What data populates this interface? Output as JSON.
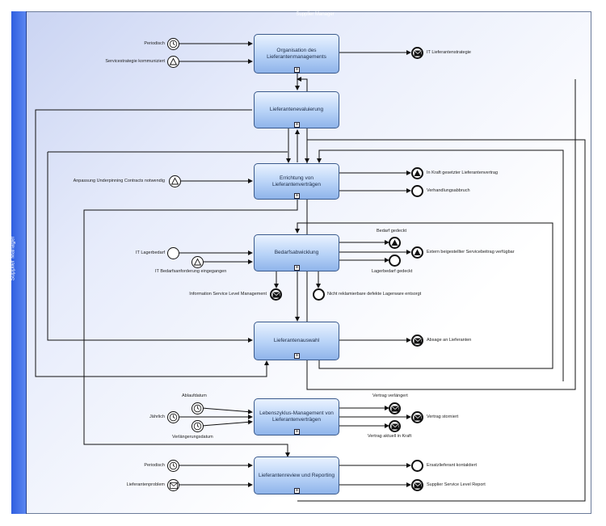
{
  "pool": {
    "title": "Supplier Manager",
    "lane_label": "Supplier Manager"
  },
  "tasks": [
    {
      "id": "t1",
      "label": "Organisation des Lieferantenmanagements"
    },
    {
      "id": "t2",
      "label": "Lieferantenevaluierung"
    },
    {
      "id": "t3",
      "label": "Errichtung von Lieferantenverträgen"
    },
    {
      "id": "t4",
      "label": "Bedarfsabwicklung"
    },
    {
      "id": "t5",
      "label": "Lieferantenauswahl"
    },
    {
      "id": "t6",
      "label": "Lebenszyklus-Management von Lieferantenverträgen"
    },
    {
      "id": "t7",
      "label": "Lieferantenreview und Reporting"
    }
  ],
  "events": [
    {
      "id": "e1",
      "label": "Periodisch",
      "icon": "timer-icon"
    },
    {
      "id": "e2",
      "label": "Servicestrategie kommuniziert",
      "icon": "signal-icon"
    },
    {
      "id": "e3",
      "label": "IT Lieferantenstrategie",
      "icon": "message-end-icon"
    },
    {
      "id": "e4",
      "label": "Anpassung Underpinning Contracts notwendig",
      "icon": "signal-icon"
    },
    {
      "id": "e5",
      "label": "In Kraft gesetzter Lieferantenvertrag",
      "icon": "signal-end-icon"
    },
    {
      "id": "e6",
      "label": "Verhandlungsabbruch",
      "icon": "end-icon"
    },
    {
      "id": "e7",
      "label": "IT Lagerbedarf",
      "icon": "start-icon"
    },
    {
      "id": "e8",
      "label": "IT Bedarfsanforderung eingegangen",
      "icon": "signal-icon"
    },
    {
      "id": "e9",
      "label": "Bedarf gedeckt",
      "icon": "signal-end-icon"
    },
    {
      "id": "e10",
      "label": "Extern beigestellter Servicebeitrag verfügbar",
      "icon": "signal-end-icon"
    },
    {
      "id": "e11",
      "label": "Lagerbedarf gedeckt",
      "icon": "end-icon"
    },
    {
      "id": "e12",
      "label": "Information Service Level Management",
      "icon": "message-end-icon"
    },
    {
      "id": "e13",
      "label": "Nicht reklamierbare defekte Lagerware entsorgt",
      "icon": "end-icon"
    },
    {
      "id": "e14",
      "label": "Absage an Lieferanten",
      "icon": "message-end-icon"
    },
    {
      "id": "e15",
      "label": "Ablaufdatum",
      "icon": "timer-icon"
    },
    {
      "id": "e16",
      "label": "Jährlich",
      "icon": "timer-icon"
    },
    {
      "id": "e17",
      "label": "Verlängerungsdatum",
      "icon": "timer-icon"
    },
    {
      "id": "e18",
      "label": "Vertrag verlängert",
      "icon": "message-end-icon"
    },
    {
      "id": "e19",
      "label": "Vertrag storniert",
      "icon": "message-end-icon"
    },
    {
      "id": "e20",
      "label": "Vertrag aktuell in Kraft",
      "icon": "message-end-icon"
    },
    {
      "id": "e21",
      "label": "Periodisch",
      "icon": "timer-icon"
    },
    {
      "id": "e22",
      "label": "Lieferantenproblem",
      "icon": "message-start-icon"
    },
    {
      "id": "e23",
      "label": "Ersatzlieferant kontaktiert",
      "icon": "end-icon"
    },
    {
      "id": "e24",
      "label": "Supplier Service Level Report",
      "icon": "message-end-icon"
    }
  ],
  "subprocess_marker": "+"
}
